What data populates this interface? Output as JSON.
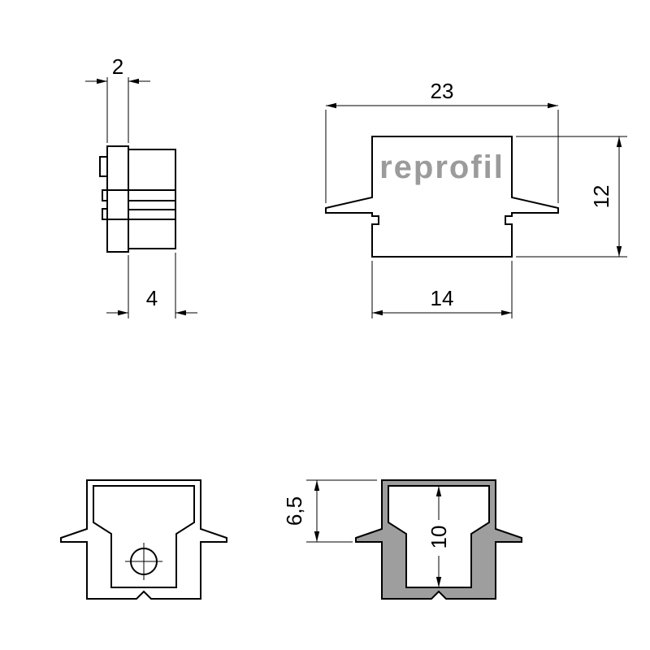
{
  "page": {
    "background": "#ffffff"
  },
  "colors": {
    "line": "#000000",
    "material_fill": "#9e9e9e",
    "logo_gray": "#9b9b9b"
  },
  "logo": {
    "text": "reprofil"
  },
  "views": {
    "end_cap_side": {
      "label": "end-cap-side-view",
      "dims": {
        "flange_thickness": "2",
        "body_depth": "4"
      }
    },
    "end_cap_front": {
      "label": "end-cap-front-view",
      "dims": {
        "overall_width": "23",
        "overall_height": "12",
        "body_width": "14"
      }
    },
    "profile_outline": {
      "label": "profile-outline-view"
    },
    "profile_section": {
      "label": "profile-section-view",
      "dims": {
        "recess_height": "6,5",
        "inner_depth": "10"
      }
    }
  }
}
